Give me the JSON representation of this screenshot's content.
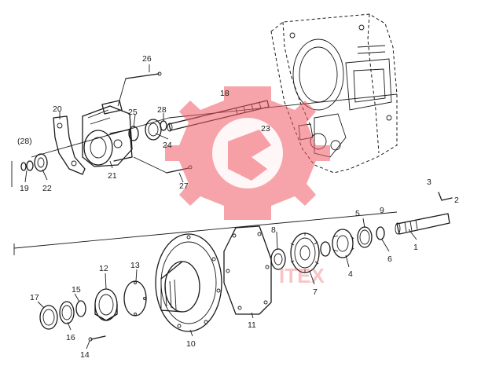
{
  "diagram": {
    "parts": {
      "p1": "1",
      "p2": "2",
      "p3": "3",
      "p4": "4",
      "p5": "5",
      "p6": "6",
      "p7": "7",
      "p8": "8",
      "p9": "9",
      "p10": "10",
      "p11": "11",
      "p12": "12",
      "p13": "13",
      "p14": "14",
      "p15": "15",
      "p16": "16",
      "p17": "17",
      "p18": "18",
      "p19": "19",
      "p20": "20",
      "p21": "21",
      "p22": "22",
      "p23": "23",
      "p24": "24",
      "p25": "25",
      "p26": "26",
      "p27": "27",
      "p28": "28",
      "p28b": "(28)"
    },
    "watermark": {
      "text": "ITEX",
      "color": "#ef5a62"
    }
  }
}
